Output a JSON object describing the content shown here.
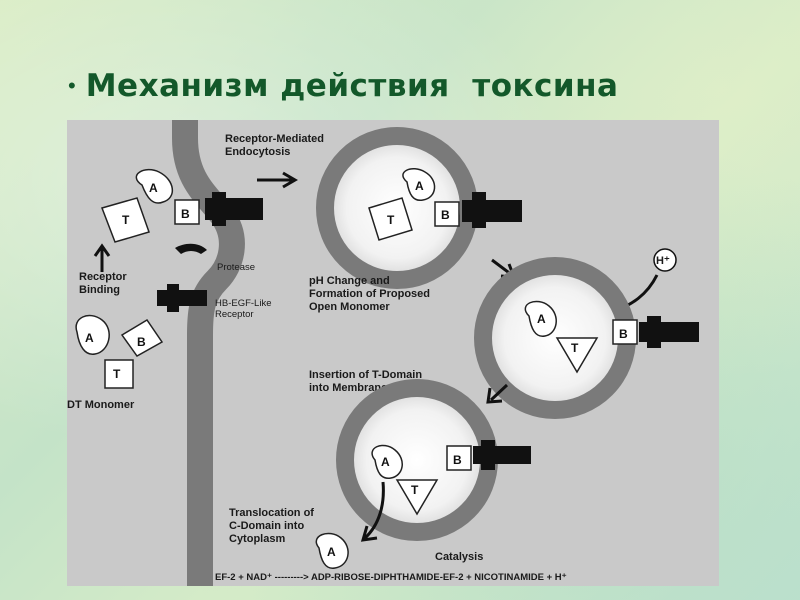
{
  "slide": {
    "bullet": "•",
    "title": "Механизм действия  токсина"
  },
  "diagram": {
    "labels": {
      "receptor_endocytosis_1": "Receptor-Mediated",
      "receptor_endocytosis_2": "Endocytosis",
      "receptor_binding_1": "Receptor",
      "receptor_binding_2": "Binding",
      "protease": "Protease",
      "hb_egf_1": "HB-EGF-Like",
      "hb_egf_2": "Receptor",
      "ph_change_1": "pH Change and",
      "ph_change_2": "Formation of Proposed",
      "ph_change_3": "Open Monomer",
      "insertion_1": "Insertion of T-Domain",
      "insertion_2": "into Membrane",
      "dt_monomer": "DT Monomer",
      "translocation_1": "Translocation of",
      "translocation_2": "C-Domain into",
      "translocation_3": "Cytoplasm",
      "catalysis": "Catalysis",
      "reaction": "EF-2 + NAD⁺ ---------> ADP-RIBOSE-DIPHTHAMIDE-EF-2 + NICOTINAMIDE + H⁺",
      "proton": "H⁺"
    },
    "domains": {
      "a": "A",
      "b": "B",
      "t": "T",
      "plus": "+",
      "minus": "−"
    },
    "colors": {
      "membrane": "#7a7a7a",
      "panel": "#c9c9c9",
      "receptor": "#111111",
      "title": "#13582a"
    }
  }
}
